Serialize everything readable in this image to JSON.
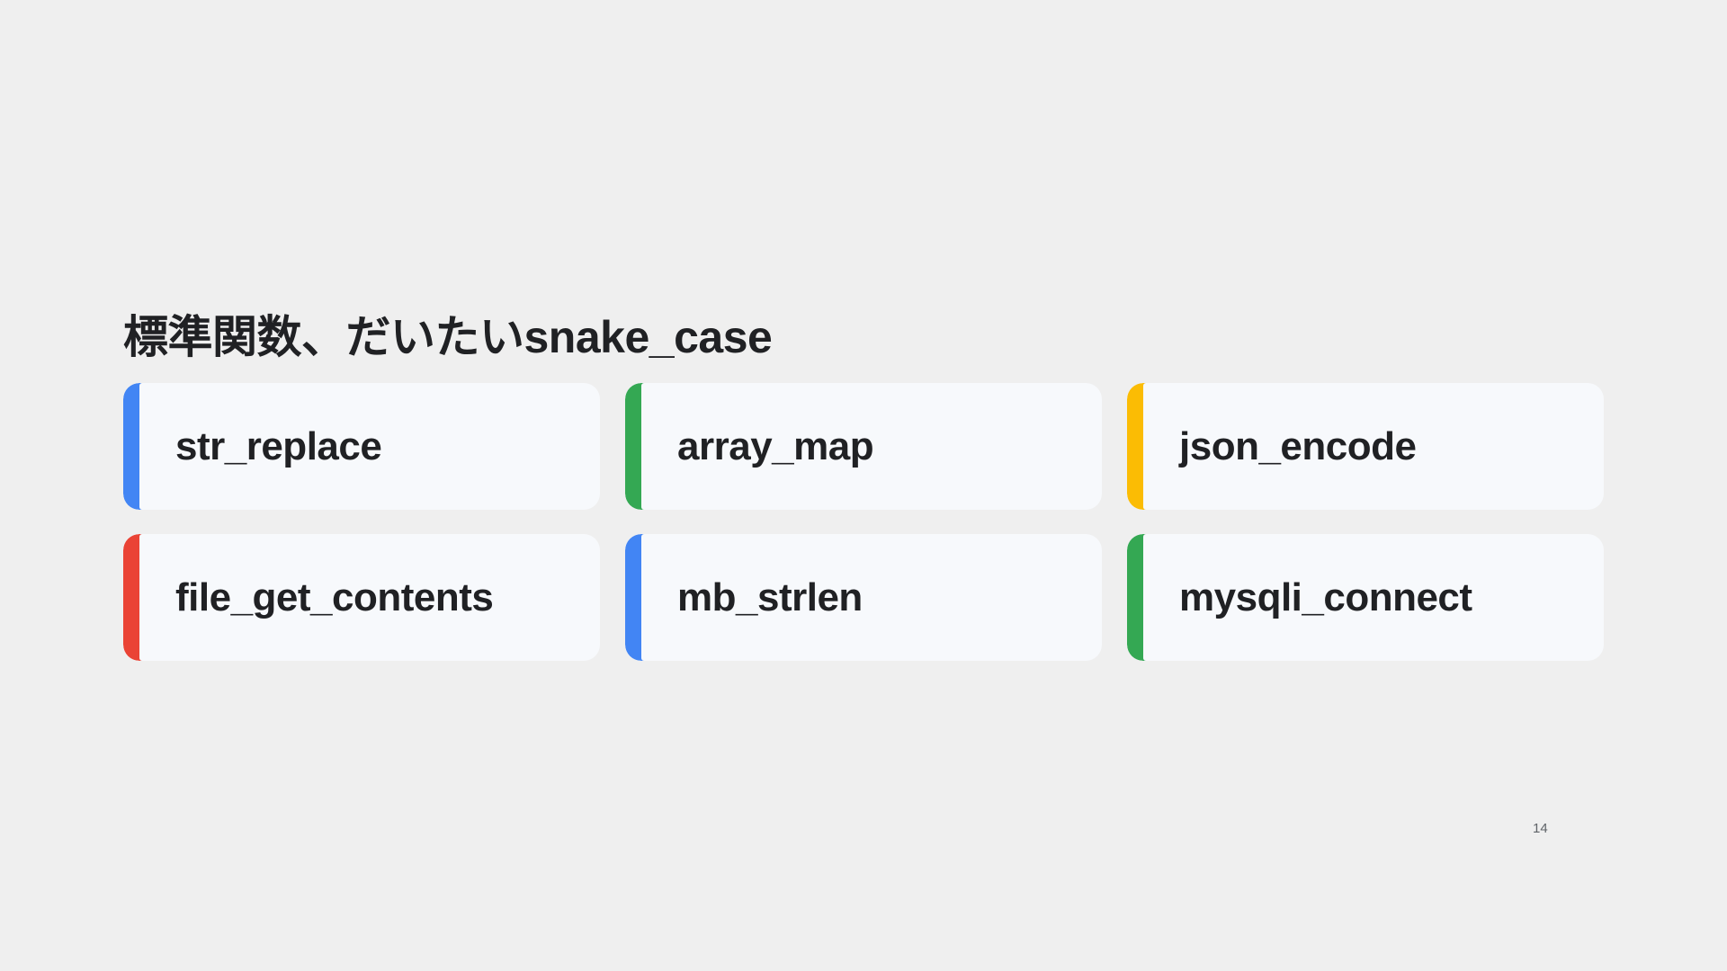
{
  "slide": {
    "title": "標準関数、だいたいsnake_case",
    "page_number": "14"
  },
  "colors": {
    "background": "#efefef",
    "card_background": "#f7f9fc",
    "text": "#202124",
    "blue": "#4285f4",
    "green": "#34a853",
    "yellow": "#fbbc04",
    "red": "#ea4335"
  },
  "cards": [
    {
      "label": "str_replace",
      "accent": "#4285f4"
    },
    {
      "label": "array_map",
      "accent": "#34a853"
    },
    {
      "label": "json_encode",
      "accent": "#fbbc04"
    },
    {
      "label": "file_get_contents",
      "accent": "#ea4335"
    },
    {
      "label": "mb_strlen",
      "accent": "#4285f4"
    },
    {
      "label": "mysqli_connect",
      "accent": "#34a853"
    }
  ]
}
